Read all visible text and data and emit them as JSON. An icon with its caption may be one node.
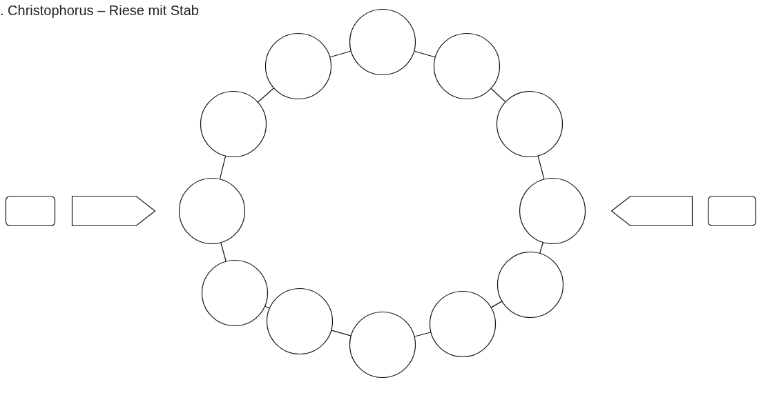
{
  "diagram": {
    "title": ". Christophorus – Riese mit Stab",
    "nodes": [
      {
        "text": [],
        "shape": "box"
      },
      {
        "text": [],
        "shape": "pentagon"
      },
      {
        "text": [],
        "shape": "circle"
      },
      {
        "text": [],
        "shape": "circle"
      },
      {
        "text": [],
        "shape": "circle"
      },
      {
        "text": [],
        "shape": "circle"
      },
      {
        "text": [],
        "shape": "circle"
      },
      {
        "text": [],
        "shape": "circle"
      },
      {
        "text": [],
        "shape": "circle"
      },
      {
        "text": [],
        "shape": "circle"
      },
      {
        "text": [],
        "shape": "circle"
      },
      {
        "text": [],
        "shape": "circle"
      },
      {
        "text": [],
        "shape": "circle"
      },
      {
        "text": [],
        "shape": "circle"
      },
      {
        "text": [],
        "shape": "pentagon"
      },
      {
        "text": [],
        "shape": "box"
      }
    ],
    "edges": [
      {
        "from": 2,
        "to": 3,
        "arrow": "none"
      },
      {
        "from": 3,
        "to": 4,
        "arrow": "none"
      },
      {
        "from": 4,
        "to": 5,
        "arrow": "none"
      },
      {
        "from": 5,
        "to": 6,
        "arrow": "none"
      },
      {
        "from": 6,
        "to": 7,
        "arrow": "none"
      },
      {
        "from": 7,
        "to": 8,
        "arrow": "none"
      },
      {
        "from": 8,
        "to": 9,
        "arrow": "none"
      },
      {
        "from": 9,
        "to": 10,
        "arrow": "none"
      },
      {
        "from": 10,
        "to": 11,
        "arrow": "none"
      },
      {
        "from": 11,
        "to": 12,
        "arrow": "none"
      },
      {
        "from": 12,
        "to": 13,
        "arrow": "none"
      },
      {
        "from": 13,
        "to": 2,
        "arrow": "none"
      }
    ]
  }
}
